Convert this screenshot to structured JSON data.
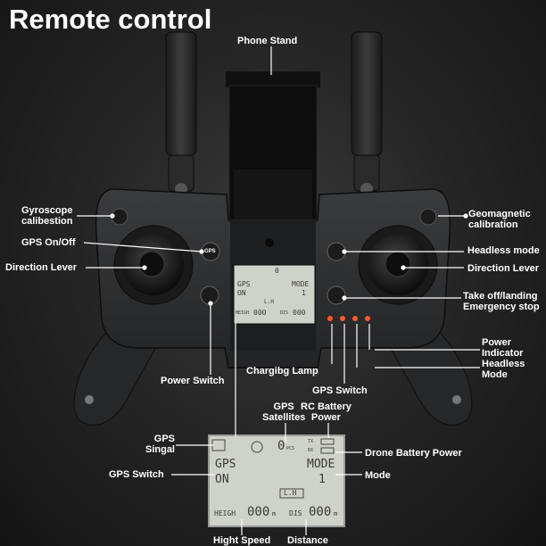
{
  "title": "Remote control",
  "labels": {
    "phone_stand": "Phone Stand",
    "gyroscope": "Gyroscope\ncalibestion",
    "gps_onoff": "GPS On/Off",
    "direction_left": "Direction Lever",
    "power_switch": "Power Switch",
    "charging_lamp": "Chargibg Lamp",
    "gps_switch_top": "GPS Switch",
    "geomagnetic": "Geomagnetic\ncalibration",
    "headless_mode": "Headless mode",
    "direction_right": "Direction Lever",
    "takeoff": "Take off/landing\nEmergency stop",
    "power_indicator": "Power\nIndicator",
    "headless_mode2": "Headless\nMode",
    "gps_satellites": "GPS\nSatellites",
    "rc_battery": "RC Battery\nPower",
    "gps_signal": "GPS\nSingal",
    "gps_switch_bottom": "GPS Switch",
    "drone_battery": "Drone Battery Power",
    "mode": "Mode",
    "hight_speed": "Hight Speed",
    "distance": "Distance"
  },
  "button_text": {
    "gps": "GPS"
  },
  "lcd": {
    "gps": "GPS",
    "on": "ON",
    "mode": "MODE",
    "mode_value": "1",
    "lh": "L.H",
    "heigh": "HEIGH",
    "heigh_value": "000",
    "heigh_unit": "m",
    "dis": "DIS",
    "dis_value": "000",
    "dis_unit": "m",
    "sat_value": "0",
    "sat_unit": "PCS",
    "tx": "TX",
    "rx": "RX"
  },
  "lcd_small": {
    "gps": "GPS",
    "on": "ON",
    "mode": "MODE",
    "mode_value": "1",
    "lh": "L.H",
    "heigh": "HEIGH",
    "heigh_value": "000",
    "dis": "DIS",
    "dis_value": "000",
    "sat_value": "0"
  },
  "colors": {
    "led": "#ff5a2a",
    "lcd_bg": "#cfd2c8",
    "body": "#2e2f31"
  }
}
